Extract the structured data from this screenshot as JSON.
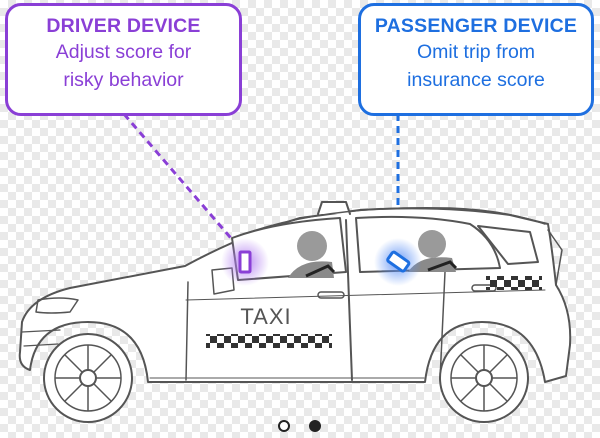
{
  "driver_callout": {
    "title": "DRIVER DEVICE",
    "line1": "Adjust score for",
    "line2": "risky behavior",
    "color": "#8a3fd6"
  },
  "passenger_callout": {
    "title": "PASSENGER DEVICE",
    "line1": "Omit trip from",
    "line2": "insurance score",
    "color": "#1e6fe0"
  },
  "car": {
    "door_text": "TAXI",
    "outline_color": "#555555"
  },
  "pager": {
    "dot_count": 2,
    "active_index": 1
  }
}
